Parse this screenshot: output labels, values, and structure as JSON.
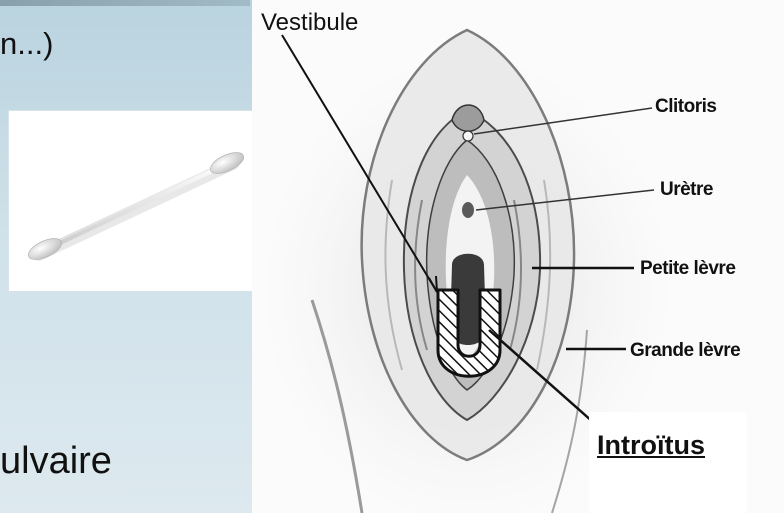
{
  "slide": {
    "text_fragment_top": "n...)",
    "text_fragment_bottom": "ulvaire"
  },
  "swab_image": {
    "icon": "cotton-swab-icon"
  },
  "diagram": {
    "labels": {
      "vestibule": "Vestibule",
      "clitoris": "Clitoris",
      "uretre": "Urètre",
      "petite_levre": "Petite lèvre",
      "grande_levre": "Grande lèvre",
      "introitus": "Introïtus"
    },
    "colors": {
      "background": "#fbfbfb",
      "ink": "#111111",
      "shading": "#8a8a8a",
      "dark_area": "#3a3a3a"
    }
  }
}
